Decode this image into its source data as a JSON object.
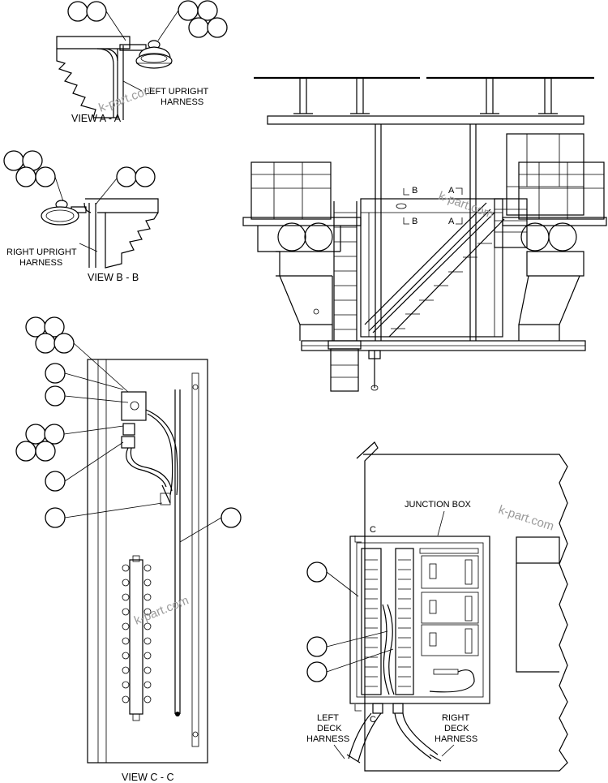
{
  "views": {
    "a": {
      "title": "VIEW  A - A",
      "harness_line1": "LEFT UPRIGHT",
      "harness_line2": "HARNESS"
    },
    "b": {
      "title": "VIEW  B - B",
      "harness_line1": "RIGHT UPRIGHT",
      "harness_line2": "HARNESS"
    },
    "c": {
      "title": "VIEW  C - C"
    }
  },
  "main": {
    "section_letter_a": "A",
    "section_letter_b": "B"
  },
  "junction": {
    "title": "JUNCTION BOX",
    "section_letter": "C",
    "left_line1": "LEFT",
    "left_line2": "DECK",
    "left_line3": "HARNESS",
    "right_line1": "RIGHT",
    "right_line2": "DECK",
    "right_line3": "HARNESS"
  },
  "watermark": "k-part.com",
  "colors": {
    "line": "#000000",
    "watermark": "#9a9a9a",
    "background": "#ffffff"
  }
}
